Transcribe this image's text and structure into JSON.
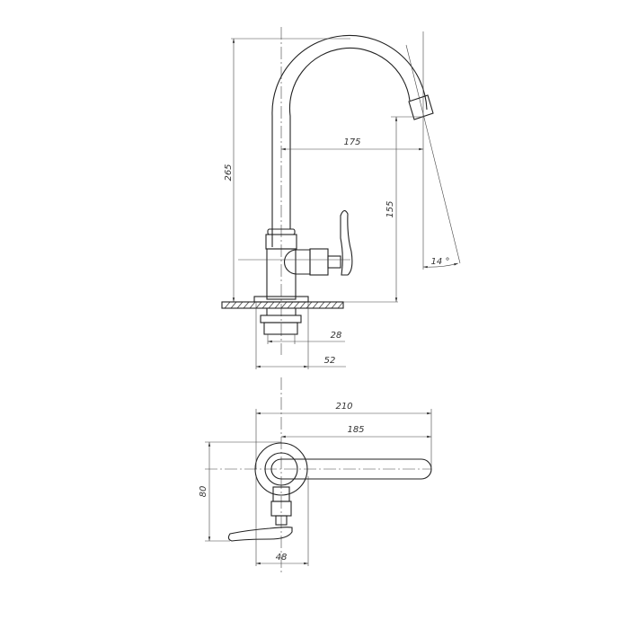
{
  "side_view": {
    "dimensions": {
      "height_total": "265",
      "spout_reach": "175",
      "spout_height": "155",
      "spout_angle": "14 °",
      "thread_diameter": "28",
      "base_width": "52"
    }
  },
  "top_view": {
    "dimensions": {
      "overall_length": "210",
      "spout_length": "185",
      "handle_depth": "80",
      "base_diameter": "48"
    }
  }
}
